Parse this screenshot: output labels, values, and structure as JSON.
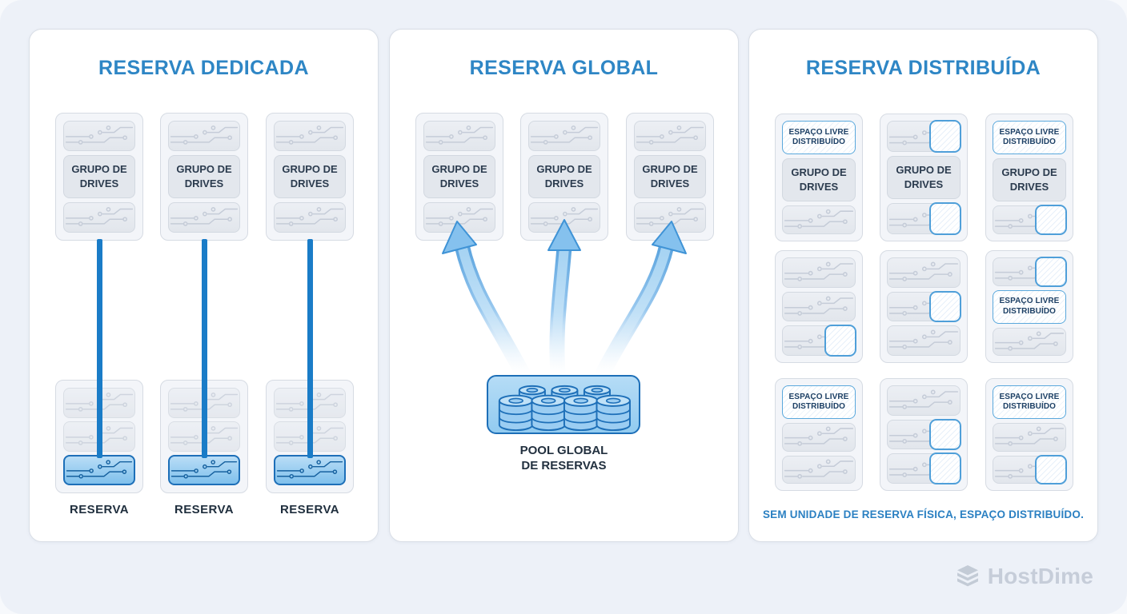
{
  "labels": {
    "group_line1": "GRUPO DE",
    "group_line2": "DRIVES",
    "reserve": "RESERVA",
    "pool_line1": "POOL GLOBAL",
    "pool_line2": "DE RESERVAS",
    "free_line1": "ESPAÇO LIVRE",
    "free_line2": "DISTRIBUÍDO"
  },
  "panels": [
    {
      "id": "reserva-dedicada",
      "title": "RESERVA DEDICADA",
      "drive_groups": 3,
      "reserve_units": 3
    },
    {
      "id": "reserva-global",
      "title": "RESERVA GLOBAL",
      "drive_groups": 3,
      "pool_label": "POOL GLOBAL DE RESERVAS"
    },
    {
      "id": "reserva-distribuida",
      "title": "RESERVA DISTRIBUÍDA",
      "footnote": "SEM UNIDADE DE RESERVA FÍSICA, ESPAÇO DISTRIBUÍDO.",
      "cards": [
        [
          "free_label",
          "group_label",
          "drive"
        ],
        [
          "drive_free",
          "group_label",
          "drive_free"
        ],
        [
          "free_label",
          "group_label",
          "drive_free"
        ],
        [
          "drive",
          "drive",
          "drive_free"
        ],
        [
          "drive",
          "drive_free",
          "drive"
        ],
        [
          "drive_free",
          "free_label",
          "drive"
        ],
        [
          "free_label",
          "drive",
          "drive"
        ],
        [
          "drive",
          "drive_free",
          "drive_free"
        ],
        [
          "free_label",
          "drive",
          "drive_free"
        ]
      ]
    }
  ],
  "logo": {
    "text": "HostDime"
  },
  "colors": {
    "background": "#edf1f8",
    "panel_bg": "#ffffff",
    "title_blue": "#2e86c5",
    "line_blue": "#1a7cc7",
    "drive_blue_border": "#1d6fb8",
    "free_space_border": "#4f9fd9",
    "navy_text": "#22364a",
    "logo_gray": "#c6cdd9"
  }
}
